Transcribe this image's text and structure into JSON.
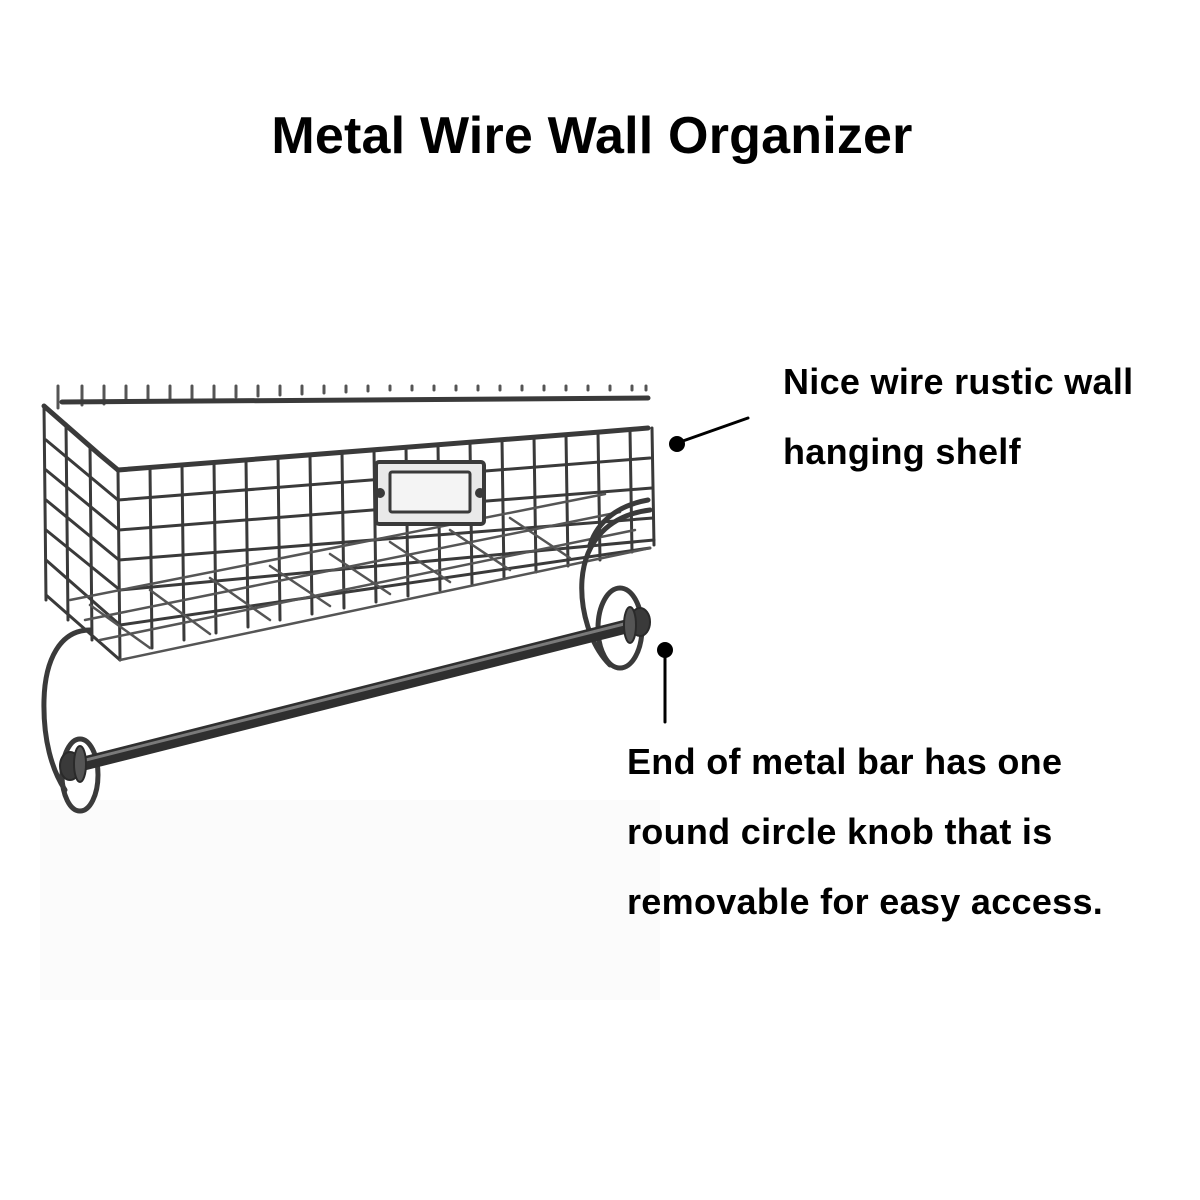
{
  "title": "Metal Wire Wall Organizer",
  "callouts": {
    "shelf": {
      "lines": [
        "Nice wire rustic wall",
        "hanging shelf"
      ]
    },
    "bar": {
      "lines": [
        "End of metal bar has one",
        "round circle knob that is",
        "removable for easy access."
      ]
    }
  },
  "colors": {
    "wire": "#3a3a3a",
    "wire_light": "#6a6a6a",
    "text": "#000000",
    "background": "#ffffff"
  },
  "icons": {
    "product": "wire-basket-with-towel-bar"
  }
}
